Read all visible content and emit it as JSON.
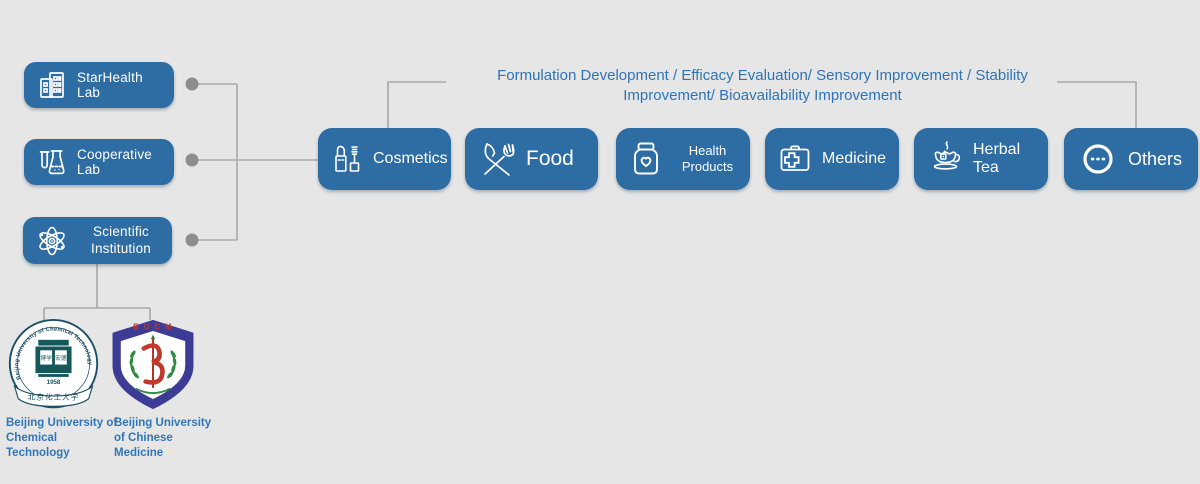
{
  "colors": {
    "background": "#e6e6e6",
    "box_blue": "#2d6da3",
    "connector_line": "#a8a8a8",
    "connector_dot": "#8d8d8d",
    "header_text": "#2e74b5",
    "caption_text": "#3076b8",
    "buct_navy": "#1d4f66",
    "buct_teal": "#14585c",
    "bucm_indigo": "#3c3c96",
    "bucm_red": "#c0392b",
    "bucm_green": "#2e8b44"
  },
  "header": {
    "line1": "Formulation Development / Efficacy Evaluation/ Sensory Improvement / Stability",
    "line2": "Improvement/ Bioavailability Improvement"
  },
  "labs": [
    {
      "label": "StarHealth Lab",
      "icon": "building-icon"
    },
    {
      "label": "Cooperative Lab",
      "icon": "flask-icon"
    },
    {
      "label": "Scientific Institution",
      "icon": "atom-icon"
    }
  ],
  "products": [
    {
      "label": "Cosmetics",
      "icon": "cosmetics-icon"
    },
    {
      "label": "Food",
      "icon": "food-icon"
    },
    {
      "label": "Health Products",
      "icon": "health-products-icon"
    },
    {
      "label": "Medicine",
      "icon": "medicine-icon"
    },
    {
      "label": "Herbal Tea",
      "icon": "herbal-tea-icon"
    },
    {
      "label": "Others",
      "icon": "others-icon"
    }
  ],
  "universities": [
    {
      "caption": "Beijing University of Chemical Technology",
      "seal": {
        "ring_text": "Beijing University of Chemical Technology",
        "motto_left": "博学",
        "motto_right": "宏德",
        "year": "1958",
        "banner": "北京化工大学"
      }
    },
    {
      "caption": "Beijing University of Chinese Medicine",
      "seal": {
        "acronym": "B U C M"
      }
    }
  ]
}
